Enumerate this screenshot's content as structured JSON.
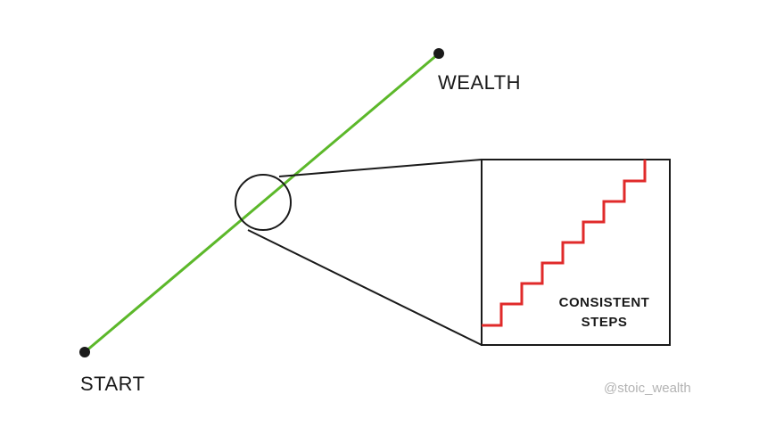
{
  "labels": {
    "start": "START",
    "end": "WEALTH",
    "zoom_caption_line1": "CONSISTENT",
    "zoom_caption_line2": "STEPS"
  },
  "watermark": "@stoic_wealth",
  "colors": {
    "path_line": "#5cb82a",
    "steps_line": "#e02a2a",
    "outline": "#1a1a1a",
    "watermark": "#b3b3b3"
  }
}
